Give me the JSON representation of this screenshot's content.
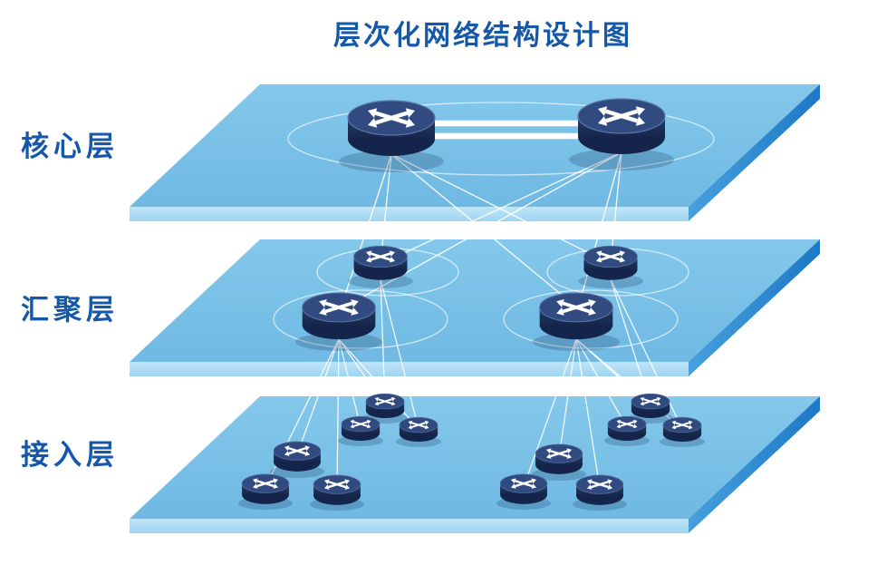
{
  "title": "层次化网络结构设计图",
  "colors": {
    "title_text": "#1557a8",
    "slab_top": "#7cc1e7",
    "slab_front": "#b7e1f6",
    "slab_side": "#2e8ad2",
    "device_body": "#243a66",
    "connection_line": "#ffffff"
  },
  "layers": [
    {
      "id": "core",
      "label": "核心层",
      "devices": 2
    },
    {
      "id": "aggregation",
      "label": "汇聚层",
      "devices": 4
    },
    {
      "id": "access",
      "label": "接入层",
      "devices": 12
    }
  ]
}
